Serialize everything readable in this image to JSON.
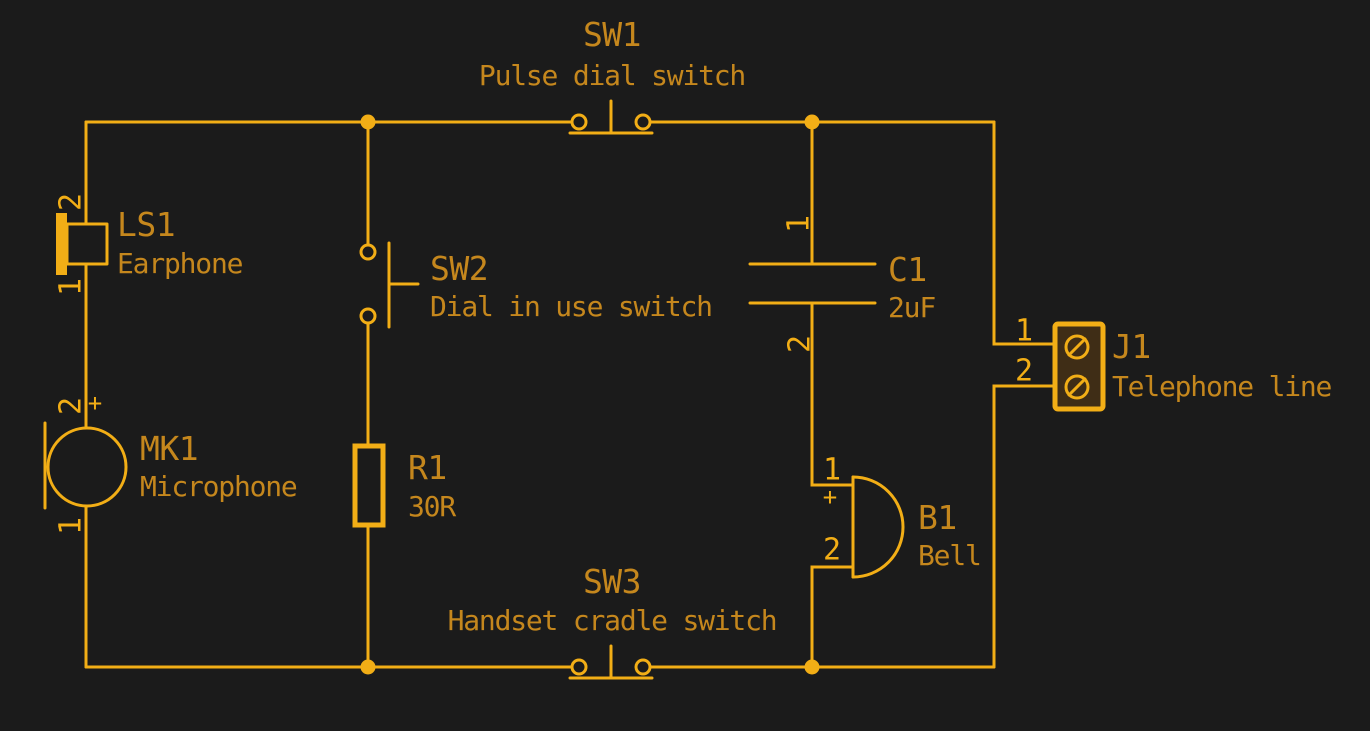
{
  "theme": {
    "background": "#1b1b1b",
    "wire_color": "#f2ae16",
    "field_text_color": "#c5871d",
    "pin_text_color": "#f2ae16",
    "connector_fill": "#3f2d16"
  },
  "schematic": {
    "components": {
      "sw1": {
        "ref": "SW1",
        "value": "Pulse dial switch"
      },
      "sw2": {
        "ref": "SW2",
        "value": "Dial in use switch"
      },
      "sw3": {
        "ref": "SW3",
        "value": "Handset cradle switch"
      },
      "ls1": {
        "ref": "LS1",
        "value": "Earphone",
        "pin_top": "2",
        "pin_bottom": "1"
      },
      "mk1": {
        "ref": "MK1",
        "value": "Microphone",
        "pin_top": "2",
        "pin_bottom": "1",
        "polarity": "+"
      },
      "r1": {
        "ref": "R1",
        "value": "30R"
      },
      "c1": {
        "ref": "C1",
        "value": "2uF",
        "pin_top": "1",
        "pin_bottom": "2"
      },
      "b1": {
        "ref": "B1",
        "value": "Bell",
        "pin_top": "1",
        "pin_bottom": "2",
        "polarity": "+"
      },
      "j1": {
        "ref": "J1",
        "value": "Telephone line",
        "pin_top": "1",
        "pin_bottom": "2"
      }
    }
  }
}
